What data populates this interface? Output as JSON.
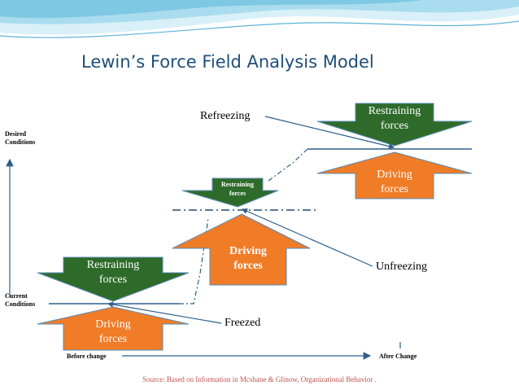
{
  "title": "Lewin’s Force Field Analysis Model",
  "axis": {
    "desired": [
      "Desired",
      "Conditions"
    ],
    "current": [
      "Current",
      "Conditions"
    ],
    "before": "Before change",
    "after": "After Change"
  },
  "stages": {
    "refreezing": "Refreezing",
    "unfreezing": "Unfreezing",
    "freezed": "Freezed"
  },
  "arrows": {
    "restraining_top": [
      "Restraining",
      "forces"
    ],
    "driving_top": [
      "Driving",
      "forces"
    ],
    "restraining_mid": [
      "Restraining",
      "forces"
    ],
    "driving_mid": [
      "Driving",
      "forces"
    ],
    "restraining_low": [
      "Restraining",
      "forces"
    ],
    "driving_low": [
      "Driving",
      "forces"
    ]
  },
  "source": "Source: Based on Information in Mcshane & Glinow, Organizational Behavior .",
  "colors": {
    "restraining": "#2e6b2a",
    "driving": "#f07c27",
    "title": "#1e4e79",
    "source": "#c0504d",
    "line": "#2f5f8a"
  }
}
